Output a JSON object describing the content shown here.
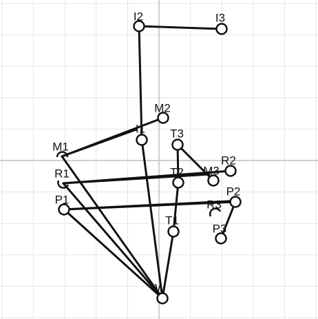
{
  "nodes": [
    {
      "id": "W",
      "label": "W"
    },
    {
      "id": "T1",
      "label": "T1"
    },
    {
      "id": "T2",
      "label": "T2"
    },
    {
      "id": "T3",
      "label": "T3"
    },
    {
      "id": "I1",
      "label": "I1"
    },
    {
      "id": "I2",
      "label": "I2"
    },
    {
      "id": "I3",
      "label": "I3"
    },
    {
      "id": "M1",
      "label": "M1"
    },
    {
      "id": "M2",
      "label": "M2"
    },
    {
      "id": "M3",
      "label": "M3"
    },
    {
      "id": "R1",
      "label": "R1"
    },
    {
      "id": "R2",
      "label": "R2"
    },
    {
      "id": "R3",
      "label": "R3"
    },
    {
      "id": "P1",
      "label": "P1"
    },
    {
      "id": "P2",
      "label": "P2"
    },
    {
      "id": "P3",
      "label": "P3"
    }
  ],
  "edges": [
    [
      "I2",
      "I3"
    ],
    [
      "I2",
      "I1"
    ],
    [
      "M1",
      "M2"
    ],
    [
      "I1",
      "W"
    ],
    [
      "M1",
      "W"
    ],
    [
      "R1",
      "W"
    ],
    [
      "P1",
      "W"
    ],
    [
      "T1",
      "W"
    ],
    [
      "T1",
      "T2"
    ],
    [
      "T2",
      "T3"
    ],
    [
      "T3",
      "M3"
    ],
    [
      "R1",
      "R2"
    ],
    [
      "P1",
      "P2"
    ],
    [
      "P2",
      "P3"
    ]
  ]
}
